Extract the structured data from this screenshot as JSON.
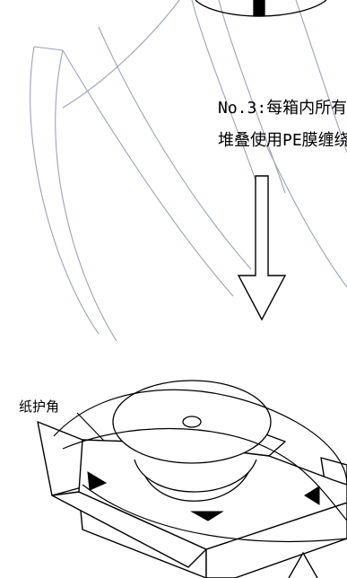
{
  "step": {
    "line1": "No.3:每箱内所有",
    "line2": "堆叠使用PE膜缠绕"
  },
  "labels": {
    "paper_corner_protector": "纸护角"
  },
  "colors": {
    "ink": "#000000",
    "watermark": "#9aa3b8",
    "background": "#ffffff"
  }
}
